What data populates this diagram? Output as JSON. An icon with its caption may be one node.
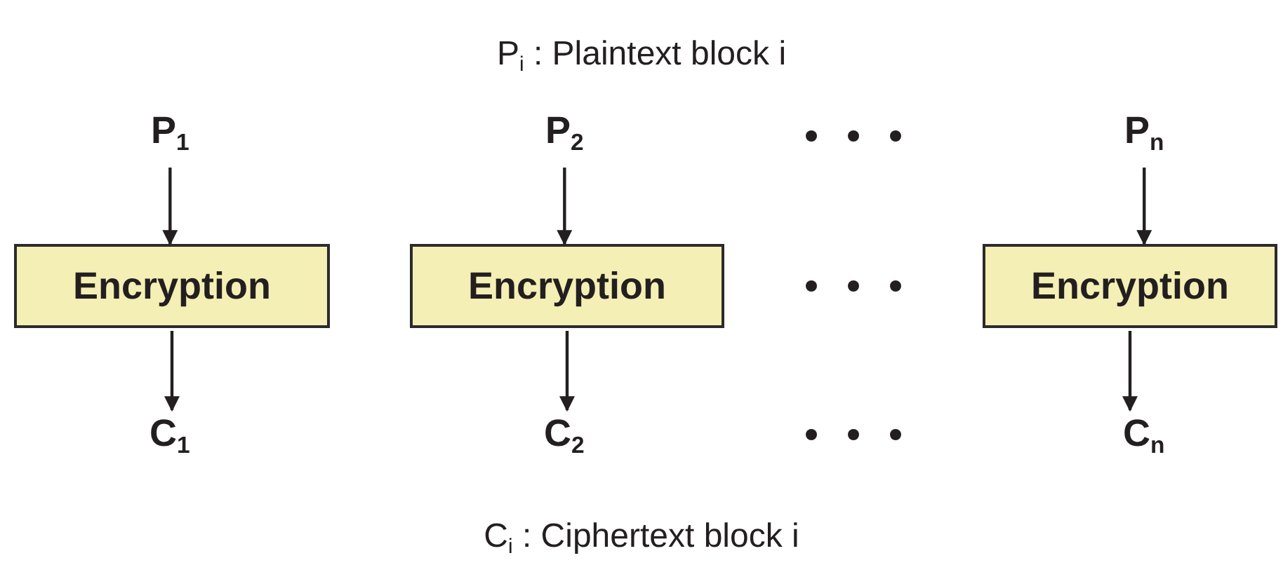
{
  "diagram": {
    "title": "P$_{i}$ : Plaintext block i",
    "caption": "C$_{i}$ : Ciphertext block i",
    "nodes": [
      {
        "text": [
          "P$_{1}$"
        ]
      },
      {
        "text": [
          "P$_{2}$"
        ]
      },
      {
        "text": [
          "P$_{n}$"
        ]
      },
      {
        "text": [
          "Encryption"
        ]
      },
      {
        "text": [
          "Encryption"
        ]
      },
      {
        "text": [
          "Encryption"
        ]
      },
      {
        "text": [
          "C$_{1}$"
        ]
      },
      {
        "text": [
          "C$_{2}$"
        ]
      },
      {
        "text": [
          "C$_{n}$"
        ]
      }
    ],
    "edges": [
      {
        "from": 0,
        "to": 3,
        "arrow": "to"
      },
      {
        "from": 1,
        "to": 4,
        "arrow": "to"
      },
      {
        "from": 2,
        "to": 5,
        "arrow": "to"
      },
      {
        "from": 3,
        "to": 6,
        "arrow": "to"
      },
      {
        "from": 4,
        "to": 7,
        "arrow": "to"
      },
      {
        "from": 5,
        "to": 8,
        "arrow": "to"
      }
    ]
  }
}
